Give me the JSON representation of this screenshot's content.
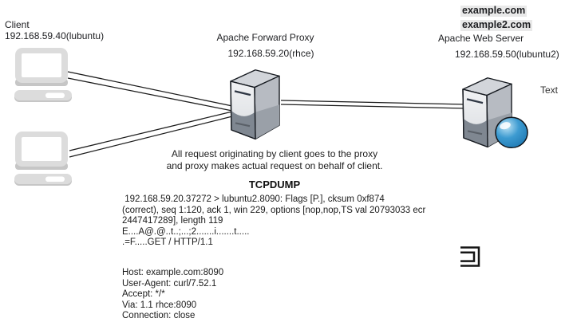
{
  "client": {
    "label": "Client",
    "ip": "192.168.59.40(lubuntu)"
  },
  "proxy": {
    "label": "Apache Forward Proxy",
    "ip": "192.168.59.20(rhce)"
  },
  "web_server": {
    "label": "Apache Web Server",
    "ip": "192.168.59.50(lubuntu2)",
    "domains": [
      "example.com",
      "example2.com"
    ],
    "side_label": "Text"
  },
  "description": {
    "line1": "All request originating by client goes to the proxy",
    "line2": "and proxy makes actual request on behalf of client."
  },
  "tcpdump": {
    "heading": "TCPDUMP",
    "lines": [
      " 192.168.59.20.37272 > lubuntu2.8090: Flags [P.], cksum 0xf874",
      "(correct), seq 1:120, ack 1, win 229, options [nop,nop,TS val 20793033 ecr",
      "2447417289], length 119",
      "E....A@.@..t..;...;2.......i.......t.....",
      ".=F.....GET / HTTP/1.1"
    ]
  },
  "http_request": {
    "lines": [
      "Host: example.com:8090",
      "User-Agent: curl/7.52.1",
      "Accept: */*",
      "Via: 1.1 rhce:8090",
      "Connection: close"
    ]
  },
  "colors": {
    "highlight_bg": "#e9e9e9",
    "text": "#202124",
    "connector_line": "#1c1c1c",
    "device_gray": "#dcdcdc",
    "server_front_light": "#eceef0",
    "server_front_dark": "#7f8791",
    "server_side": "#b7bbc2",
    "server_top": "#d2d5da",
    "globe_blue": "#2f8fc6"
  }
}
